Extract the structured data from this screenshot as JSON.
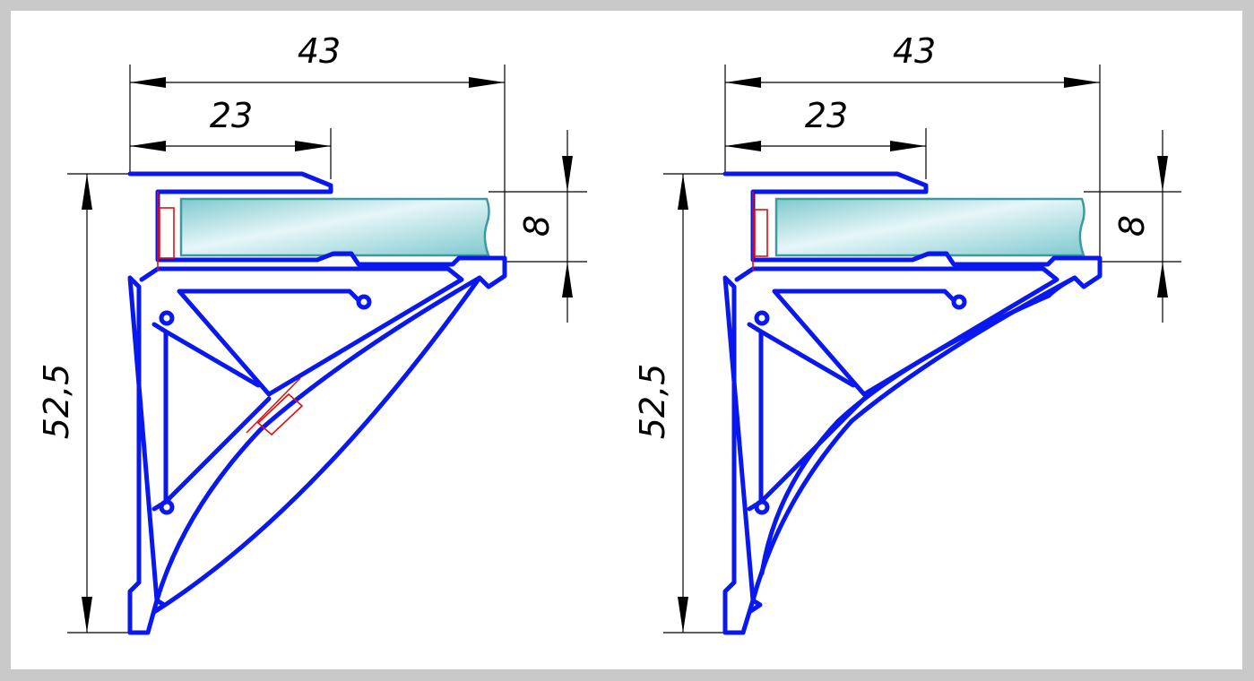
{
  "drawings": [
    {
      "name": "profile-with-seal",
      "dim_width_total": "43",
      "dim_width_lip": "23",
      "dim_glass": "8",
      "dim_height": "52,5"
    },
    {
      "name": "profile-plain",
      "dim_width_total": "43",
      "dim_width_lip": "23",
      "dim_glass": "8",
      "dim_height": "52,5"
    }
  ],
  "colors": {
    "background": "#c9c9c9",
    "sheet": "#ffffff",
    "profile": "#0a18f0",
    "seal": "#e01010",
    "glass_light": "#e6f6f8",
    "glass_dark": "#7fc9cf",
    "dimension": "#000000"
  }
}
